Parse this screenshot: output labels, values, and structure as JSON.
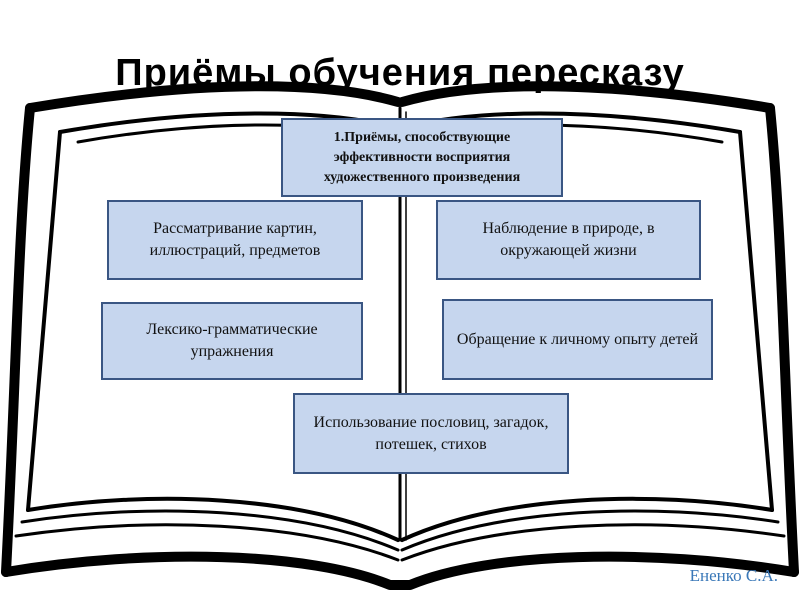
{
  "title": "Приёмы обучения пересказу",
  "boxes": {
    "main": "1.Приёмы, способствующие эффективности восприятия художественного произведения",
    "left_1": "Рассматривание картин, иллюстраций, предметов",
    "right_1": "Наблюдение в природе, в окружающей жизни",
    "left_2": "Лексико-грамматические упражнения",
    "right_2": "Обращение к личному опыту детей",
    "bottom": "Использование пословиц, загадок, потешек, стихов"
  },
  "author": "Ененко С.А.",
  "colors": {
    "box_fill": "#c6d6ee",
    "box_border": "#3a5683",
    "author": "#3a78b8"
  }
}
